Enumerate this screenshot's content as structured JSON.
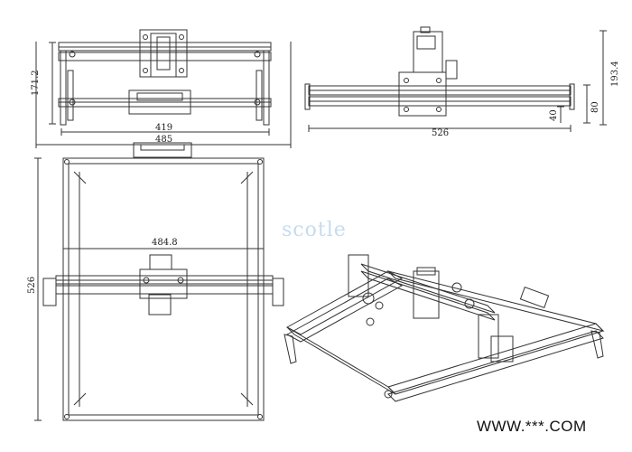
{
  "drawing": {
    "front_view": {
      "width_outer": "485",
      "width_inner": "419",
      "height": "171.2"
    },
    "side_view": {
      "length": "526",
      "height_total": "193.4",
      "height_a": "80",
      "height_b": "40"
    },
    "top_view": {
      "width": "484.8",
      "depth": "526"
    }
  },
  "watermark": "scotle",
  "footer_text": "WWW.***.COM",
  "colors": {
    "line": "#333333",
    "watermark": "#c6dcef"
  }
}
